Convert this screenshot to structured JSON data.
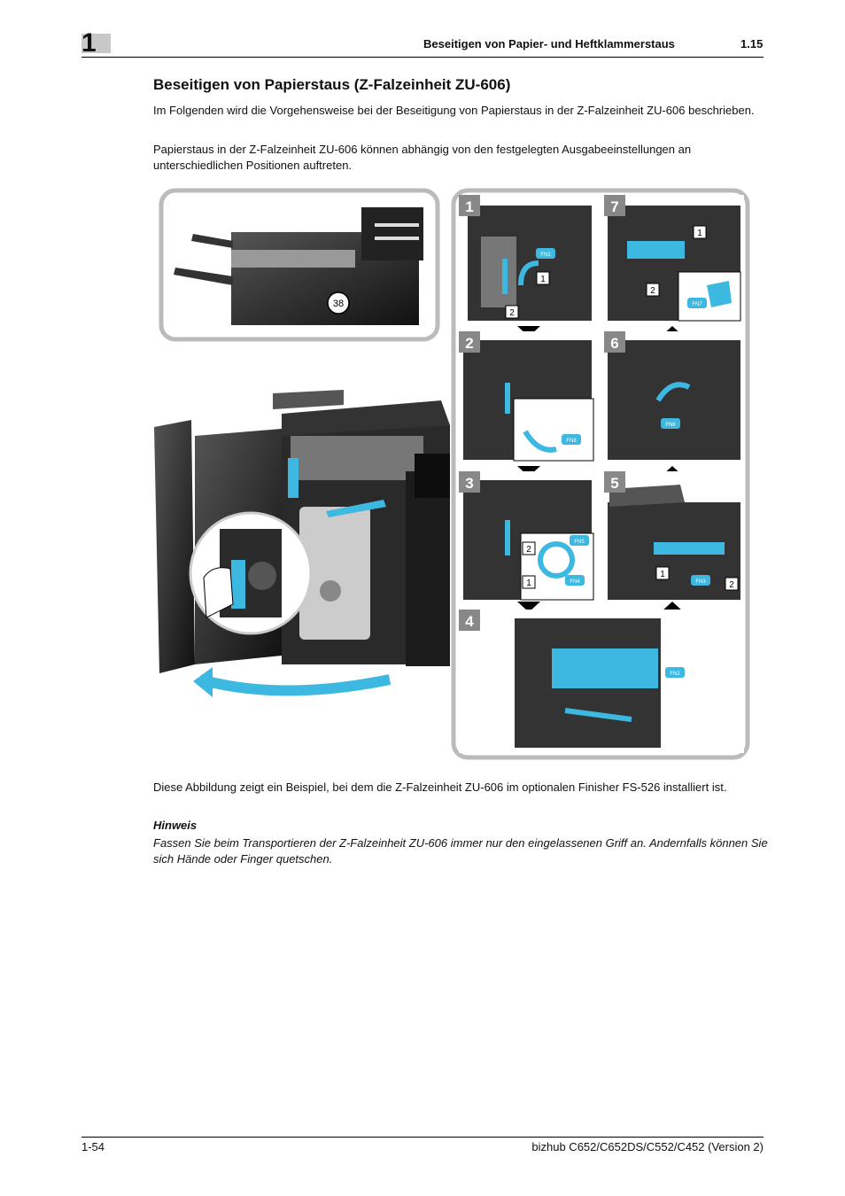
{
  "header": {
    "chapter_number": "1",
    "title": "Beseitigen von Papier- und Heftklammerstaus",
    "section": "1.15"
  },
  "section_title": "Beseitigen von Papierstaus (Z-Falzeinheit ZU-606)",
  "paragraphs": [
    "Im Folgenden wird die Vorgehensweise bei der Beseitigung von Papierstaus in der Z-Falzeinheit ZU-606 beschrieben.",
    "Papierstaus in der Z-Falzeinheit ZU-606 können abhängig von den festgelegten Ausgabeeinstellungen an unterschiedlichen Positionen auftreten."
  ],
  "figure": {
    "callout": "38",
    "steps": [
      "1",
      "2",
      "3",
      "4",
      "5",
      "6",
      "7"
    ],
    "labels": {
      "fn1": "FN1",
      "fn2": "FN2",
      "fn3": "FN3",
      "fn4": "FN4",
      "fn5": "FN5",
      "fn6": "FN6",
      "fn7": "FN7",
      "fn8": "FN8",
      "one": "1",
      "two": "2"
    },
    "accent_color": "#3db8e0"
  },
  "caption": "Diese Abbildung zeigt ein Beispiel, bei dem die Z-Falzeinheit ZU-606 im optionalen Finisher FS-526 installiert ist.",
  "hinweis": {
    "heading": "Hinweis",
    "text": "Fassen Sie beim Transportieren der Z-Falzeinheit ZU-606 immer nur den eingelassenen Griff an. Andernfalls können Sie sich Hände oder Finger quetschen."
  },
  "footer": {
    "page": "1-54",
    "product": "bizhub C652/C652DS/C552/C452 (Version 2)"
  }
}
